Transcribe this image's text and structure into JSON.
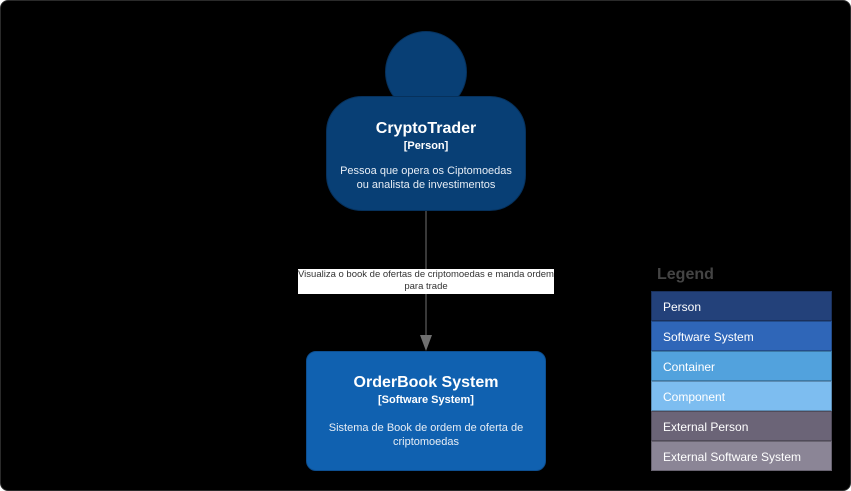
{
  "person": {
    "name": "CryptoTrader",
    "type": "[Person]",
    "description": "Pessoa que opera os Ciptomoedas ou analista de investimentos"
  },
  "system": {
    "name": "OrderBook System",
    "type": "[Software System]",
    "description": "Sistema de Book de ordem de oferta de criptomoedas"
  },
  "relationship": {
    "label": "Visualiza o book de ofertas de criptomoedas e manda ordem para trade"
  },
  "legend": {
    "title": "Legend",
    "items": [
      {
        "label": "Person",
        "color": "#23417a"
      },
      {
        "label": "Software System",
        "color": "#2f66b8"
      },
      {
        "label": "Container",
        "color": "#52a2dd"
      },
      {
        "label": "Component",
        "color": "#7dbdf0"
      },
      {
        "label": "External Person",
        "color": "#6b6477"
      },
      {
        "label": "External Software System",
        "color": "#8b8596"
      }
    ]
  },
  "colors": {
    "person": "#083f75",
    "system": "#1061b0",
    "background": "#000000",
    "arrow": "#707070"
  }
}
